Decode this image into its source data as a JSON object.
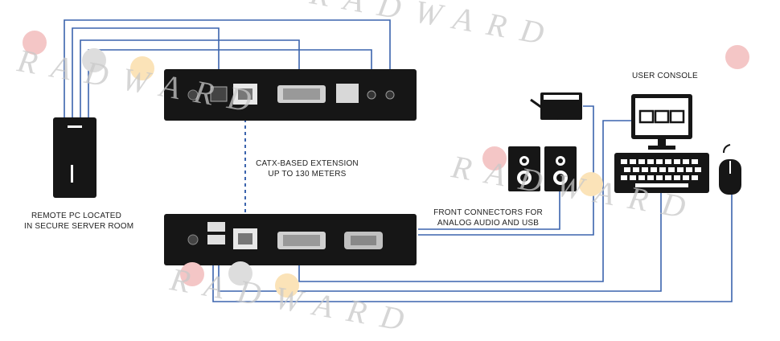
{
  "labels": {
    "remote_pc": [
      "REMOTE PC LOCATED",
      "IN SECURE SERVER ROOM"
    ],
    "catx": [
      "CATx-BASED EXTENSION",
      "UP TO 130 METERS"
    ],
    "front_connectors": [
      "FRONT CONNECTORS FOR",
      "ANALOG AUDIO AND USB"
    ],
    "user_console": "USER CONSOLE"
  },
  "watermark": "RADWARD",
  "colors": {
    "cable_blue": "#3b64ad",
    "cable_dashed": "#3b64ad",
    "device_body": "#161616",
    "dot_red": "#f4c6c6",
    "dot_yellow": "#fbe3b8",
    "dot_gray": "#dddddd"
  }
}
